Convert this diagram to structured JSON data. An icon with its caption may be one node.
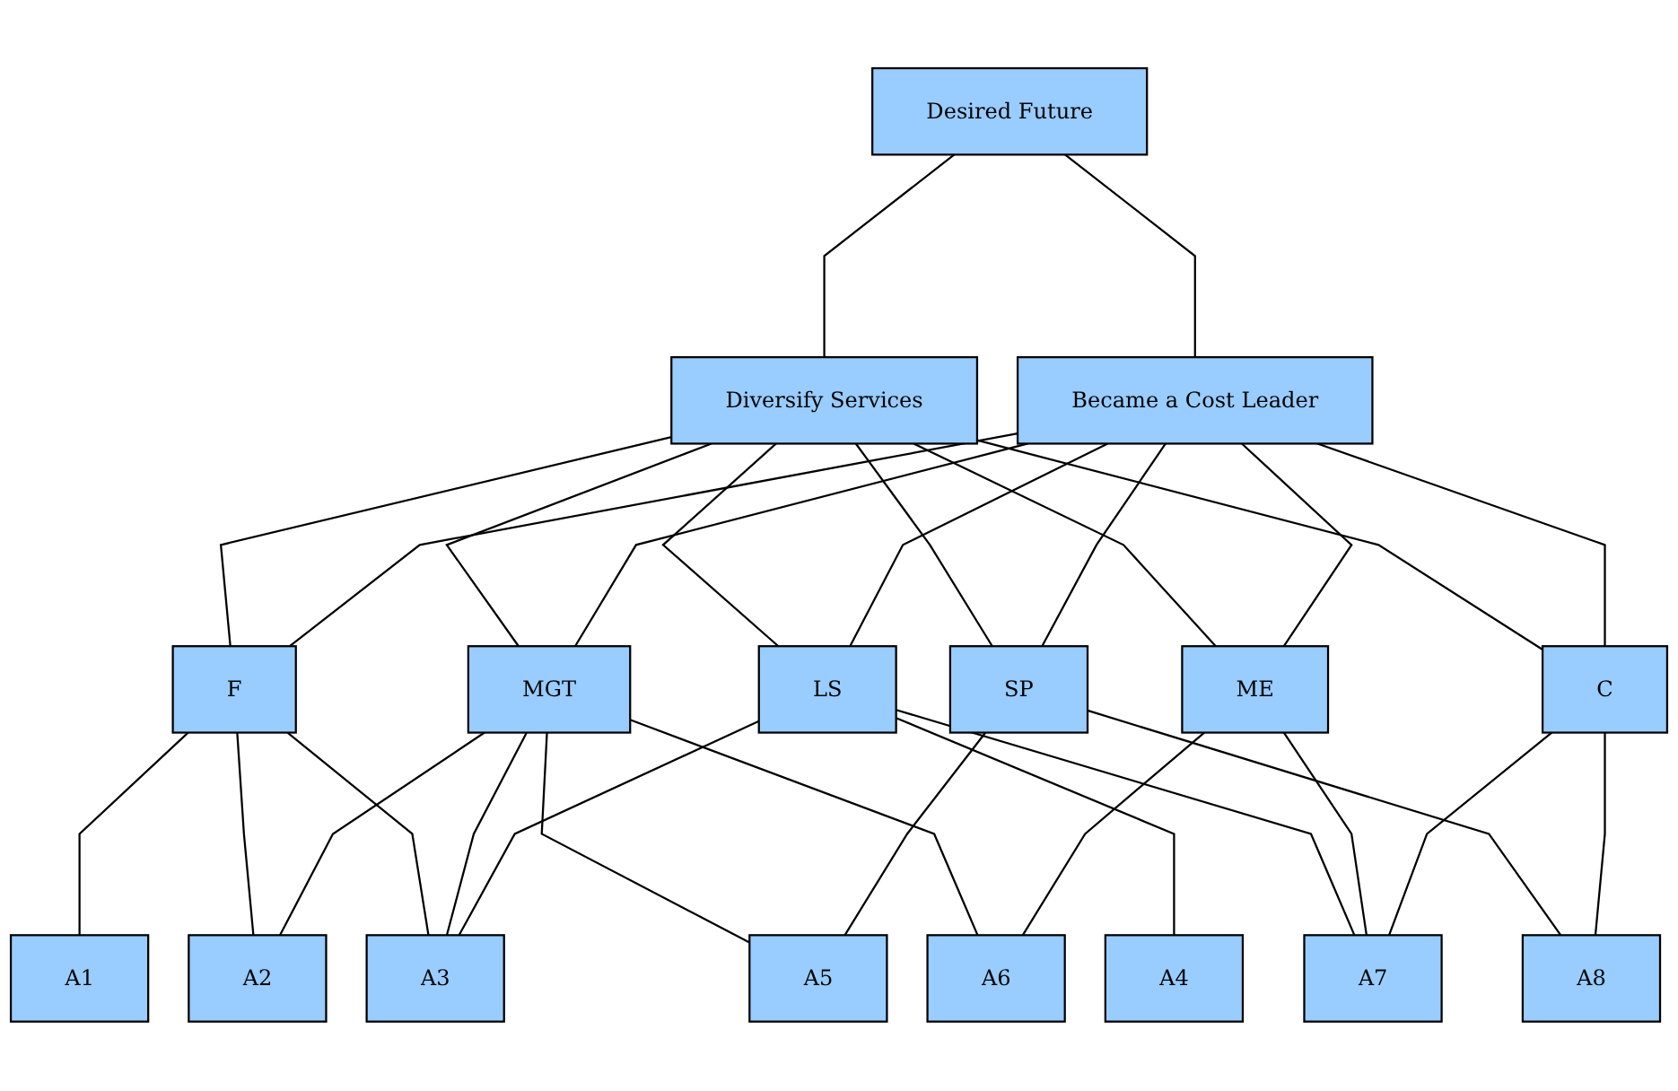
{
  "diagram": {
    "nodes": [
      {
        "text": [
          "Desired Future"
        ]
      },
      {
        "text": [
          "Diversify Services"
        ]
      },
      {
        "text": [
          "Became a Cost Leader"
        ]
      },
      {
        "text": [
          "F"
        ]
      },
      {
        "text": [
          "MGT"
        ]
      },
      {
        "text": [
          "LS"
        ]
      },
      {
        "text": [
          "SP"
        ]
      },
      {
        "text": [
          "ME"
        ]
      },
      {
        "text": [
          "C"
        ]
      },
      {
        "text": [
          "A1"
        ]
      },
      {
        "text": [
          "A2"
        ]
      },
      {
        "text": [
          "A3"
        ]
      },
      {
        "text": [
          "A4"
        ]
      },
      {
        "text": [
          "A5"
        ]
      },
      {
        "text": [
          "A6"
        ]
      },
      {
        "text": [
          "A7"
        ]
      },
      {
        "text": [
          "A8"
        ]
      }
    ],
    "edges": [
      {
        "from": 0,
        "to": 1,
        "arrow": "none"
      },
      {
        "from": 0,
        "to": 2,
        "arrow": "none"
      },
      {
        "from": 1,
        "to": 3,
        "arrow": "none"
      },
      {
        "from": 1,
        "to": 4,
        "arrow": "none"
      },
      {
        "from": 1,
        "to": 5,
        "arrow": "none"
      },
      {
        "from": 1,
        "to": 6,
        "arrow": "none"
      },
      {
        "from": 1,
        "to": 7,
        "arrow": "none"
      },
      {
        "from": 1,
        "to": 8,
        "arrow": "none"
      },
      {
        "from": 2,
        "to": 3,
        "arrow": "none"
      },
      {
        "from": 2,
        "to": 4,
        "arrow": "none"
      },
      {
        "from": 2,
        "to": 5,
        "arrow": "none"
      },
      {
        "from": 2,
        "to": 6,
        "arrow": "none"
      },
      {
        "from": 2,
        "to": 7,
        "arrow": "none"
      },
      {
        "from": 2,
        "to": 8,
        "arrow": "none"
      },
      {
        "from": 3,
        "to": 9,
        "arrow": "none"
      },
      {
        "from": 3,
        "to": 10,
        "arrow": "none"
      },
      {
        "from": 3,
        "to": 11,
        "arrow": "none"
      },
      {
        "from": 4,
        "to": 10,
        "arrow": "none"
      },
      {
        "from": 4,
        "to": 11,
        "arrow": "none"
      },
      {
        "from": 4,
        "to": 13,
        "arrow": "none"
      },
      {
        "from": 4,
        "to": 14,
        "arrow": "none"
      },
      {
        "from": 5,
        "to": 11,
        "arrow": "none"
      },
      {
        "from": 5,
        "to": 12,
        "arrow": "none"
      },
      {
        "from": 5,
        "to": 15,
        "arrow": "none"
      },
      {
        "from": 6,
        "to": 13,
        "arrow": "none"
      },
      {
        "from": 6,
        "to": 16,
        "arrow": "none"
      },
      {
        "from": 7,
        "to": 14,
        "arrow": "none"
      },
      {
        "from": 7,
        "to": 15,
        "arrow": "none"
      },
      {
        "from": 8,
        "to": 15,
        "arrow": "none"
      },
      {
        "from": 8,
        "to": 16,
        "arrow": "none"
      }
    ]
  }
}
